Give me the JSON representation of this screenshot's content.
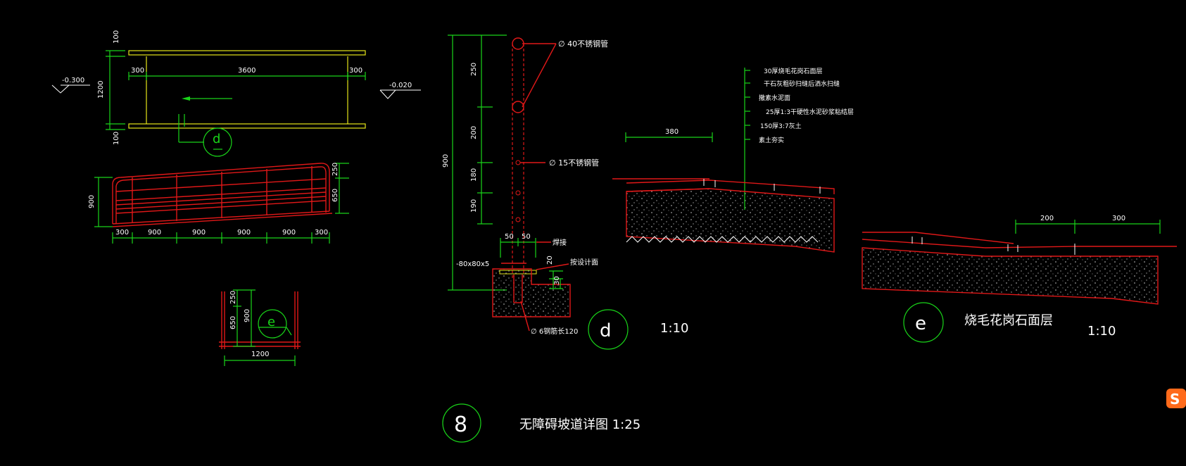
{
  "colors": {
    "background": "#000000",
    "dimension": "#19d419",
    "outline": "#e01818",
    "rail": "#e6e619",
    "text": "#ffffff"
  },
  "plan": {
    "elev_left": "-0.300",
    "elev_right": "-0.020",
    "top_100": "100",
    "width_1200": "1200",
    "bottom_100": "100",
    "seg_left": "300",
    "seg_mid": "3600",
    "seg_right": "300",
    "marker": "d"
  },
  "elevation": {
    "height_900": "900",
    "h250": "250",
    "h650": "650",
    "bottom_dims": [
      "300",
      "900",
      "900",
      "900",
      "900",
      "300"
    ]
  },
  "section_e_small": {
    "h250": "250",
    "h900": "900",
    "h650": "650",
    "width": "1200",
    "marker": "e"
  },
  "rail_detail": {
    "total_900": "900",
    "seg_250": "250",
    "seg_200": "200",
    "seg_180": "180",
    "seg_190": "190",
    "tube_top": "∅ 40不锈钢管",
    "tube_mid": "∅ 15不锈钢管",
    "w50a": "50",
    "w50b": "50",
    "weld": "焊接",
    "plate": "-80x80x5",
    "finish": "按设计面",
    "h20": "20",
    "h30": "30",
    "anchor": "∅ 6钢筋长120",
    "marker": "d",
    "scale": "1:10"
  },
  "layer_notes": {
    "dim_380": "380",
    "items": [
      "30厚烧毛花岗石面层",
      "干石灰粗砂扫缝后洒水扫缝",
      "撒素水泥面",
      "25厚1:3干硬性水泥砂浆粘结层",
      "150厚3:7灰土",
      "素土夯实"
    ]
  },
  "detail_e": {
    "dim_200": "200",
    "dim_300": "300",
    "marker": "e",
    "title": "烧毛花岗石面层",
    "scale": "1:10"
  },
  "footer": {
    "number": "8",
    "title": "无障碍坡道详图 1:25"
  }
}
